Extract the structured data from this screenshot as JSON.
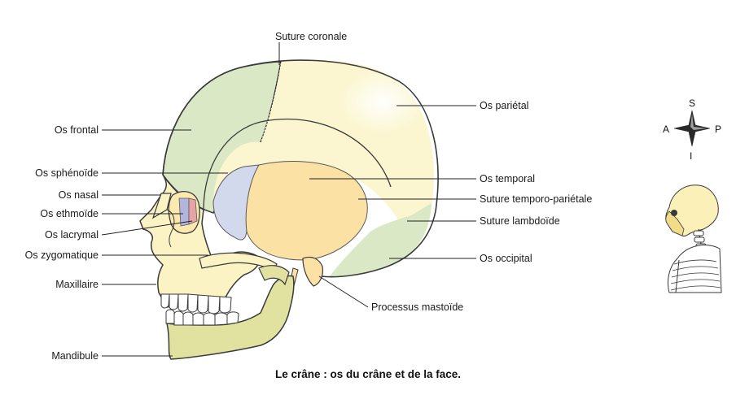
{
  "caption": "Le crâne : os du crâne et de la face.",
  "labels": {
    "suture_coronale": "Suture coronale",
    "os_frontal": "Os frontal",
    "os_sphenoide": "Os sphénoïde",
    "os_nasal": "Os nasal",
    "os_ethmoide": "Os ethmoïde",
    "os_lacrymal": "Os lacrymal",
    "os_zygomatique": "Os zygomatique",
    "maxillaire": "Maxillaire",
    "mandibule": "Mandibule",
    "os_parietal": "Os pariétal",
    "os_temporal": "Os temporal",
    "suture_temporo_parietale": "Suture temporo-pariétale",
    "suture_lambdoide": "Suture lambdoïde",
    "os_occipital": "Os occipital",
    "processus_mastoide": "Processus mastoïde"
  },
  "compass": {
    "superior": "S",
    "anterior": "A",
    "posterior": "P",
    "inferior": "I"
  },
  "colors": {
    "frontal_occipital": "#dbe8c6",
    "parietal": "#fbf6d0",
    "temporal": "#fbe1a3",
    "sphenoid": "#d3d9ec",
    "face": "#fbf3c4",
    "mandible": "#e2e2a0",
    "ethmoid": "#b2b6dc",
    "lacrimal": "#e6a4a8",
    "outline": "#3a3a3a"
  }
}
